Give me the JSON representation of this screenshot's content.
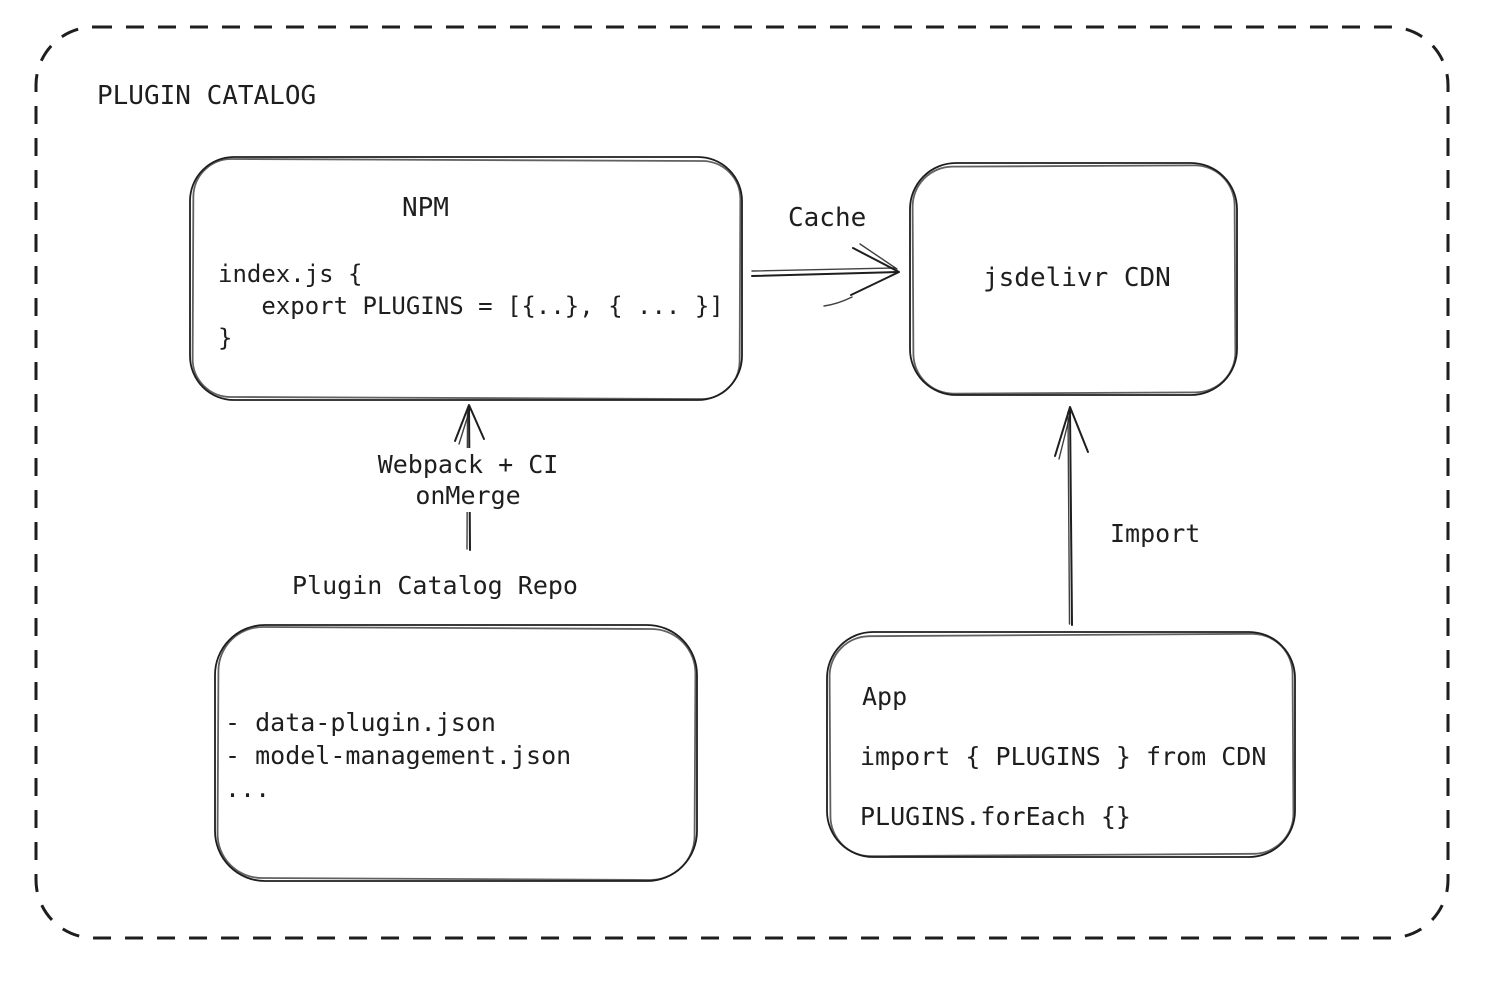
{
  "canvas": {
    "background": "#ffffff",
    "stroke_color": "#1e1e1e",
    "text_color": "#1e1e1e"
  },
  "container": {
    "title": "PLUGIN CATALOG"
  },
  "nodes": {
    "npm": {
      "title": "NPM",
      "code": "index.js {\n   export PLUGINS = [{..}, { ... }]\n}"
    },
    "cdn": {
      "label": "jsdelivr CDN"
    },
    "repo": {
      "title": "Plugin Catalog Repo",
      "files": [
        "- data-plugin.json",
        "- model-management.json",
        "..."
      ]
    },
    "app": {
      "title": "App",
      "import_line": "import { PLUGINS } from CDN",
      "foreach_line": "PLUGINS.forEach {}"
    }
  },
  "edges": {
    "cache": {
      "label": "Cache",
      "from": "npm",
      "to": "cdn"
    },
    "build": {
      "label": "Webpack + CI\nonMerge",
      "from": "repo",
      "to": "npm"
    },
    "import": {
      "label": "Import",
      "from": "app",
      "to": "cdn"
    }
  }
}
